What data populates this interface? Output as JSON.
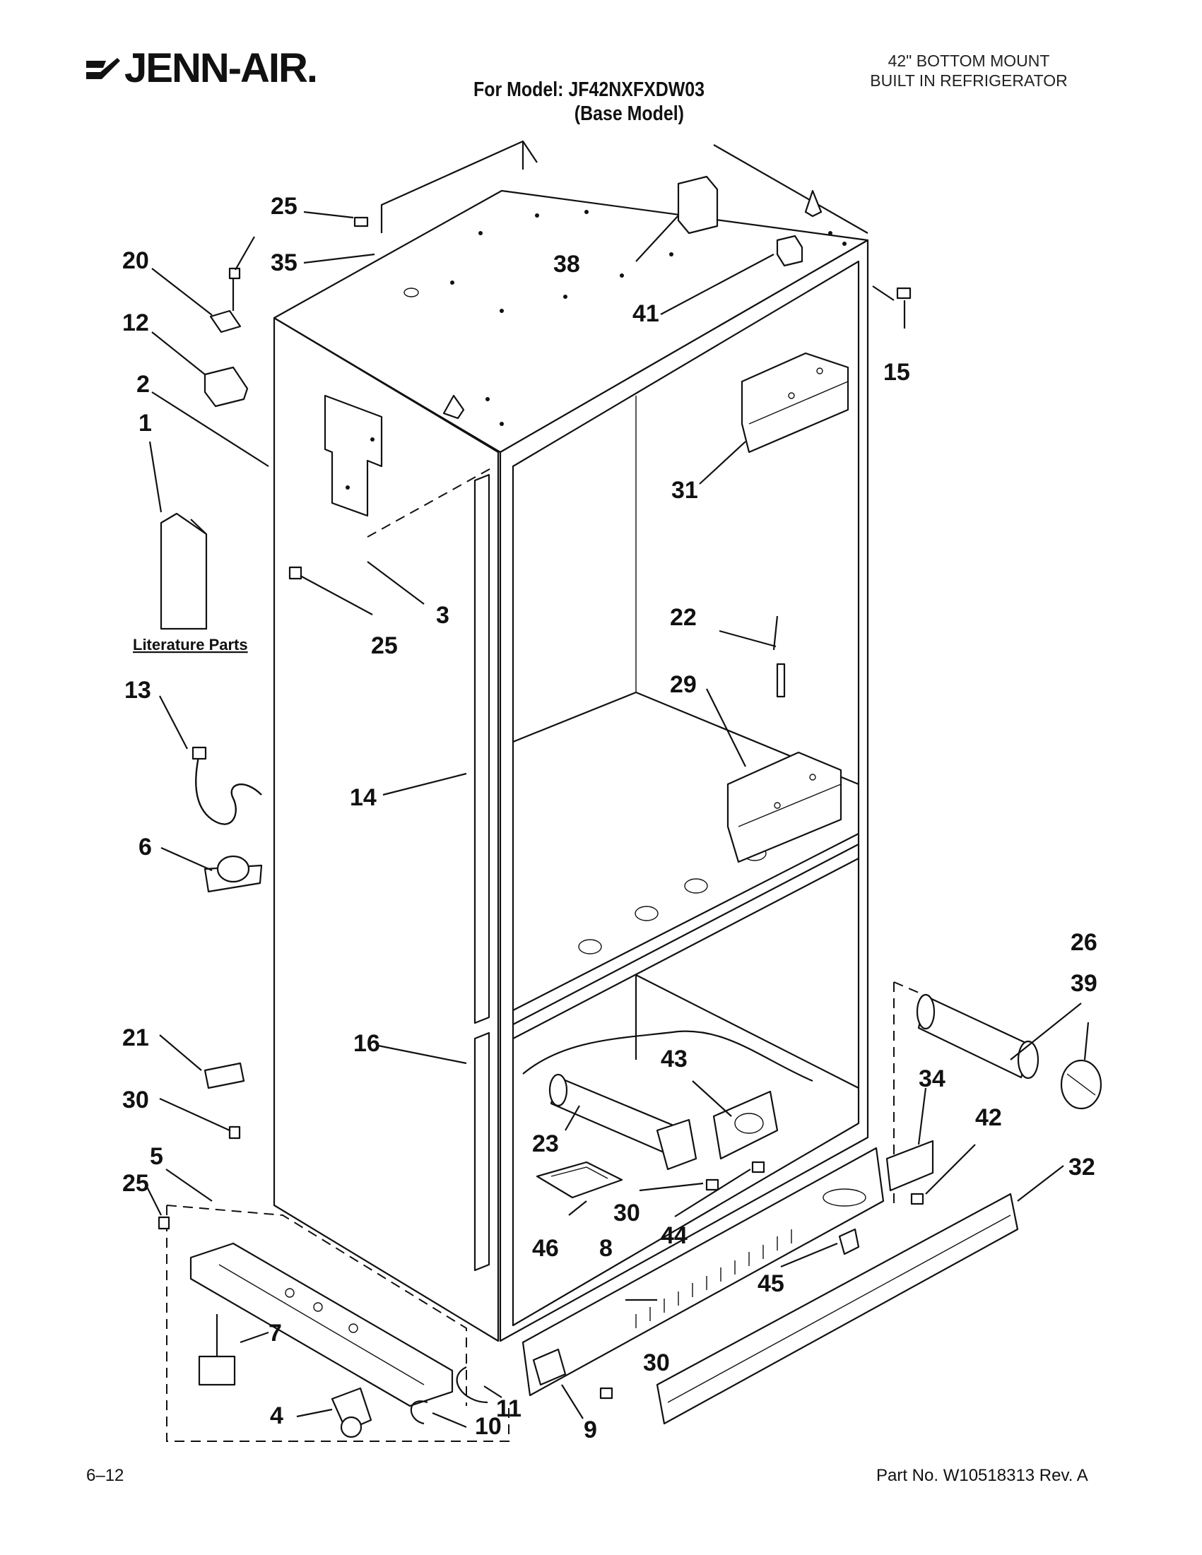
{
  "header": {
    "brand": "JENN-AIR.",
    "doc_title_line1": "42\" BOTTOM MOUNT",
    "doc_title_line2": "BUILT IN REFRIGERATOR",
    "model_line": "For Model: JF42NXFXDW03",
    "model_sub": "(Base Model)"
  },
  "diagram": {
    "literature_label": "Literature Parts",
    "callouts": {
      "c1": "1",
      "c2": "2",
      "c3": "3",
      "c4": "4",
      "c5": "5",
      "c6": "6",
      "c7": "7",
      "c8": "8",
      "c9": "9",
      "c10": "10",
      "c11": "11",
      "c12": "12",
      "c13": "13",
      "c14": "14",
      "c15": "15",
      "c16": "16",
      "c20": "20",
      "c21": "21",
      "c22": "22",
      "c23": "23",
      "c25a": "25",
      "c25b": "25",
      "c25c": "25",
      "c26": "26",
      "c29": "29",
      "c30a": "30",
      "c30b": "30",
      "c30c": "30",
      "c31": "31",
      "c32": "32",
      "c34": "34",
      "c35": "35",
      "c38": "38",
      "c39": "39",
      "c41": "41",
      "c42": "42",
      "c43": "43",
      "c44": "44",
      "c45": "45",
      "c46": "46"
    }
  },
  "footer": {
    "page": "6–12",
    "part_no": "Part No. W10518313 Rev. A"
  }
}
